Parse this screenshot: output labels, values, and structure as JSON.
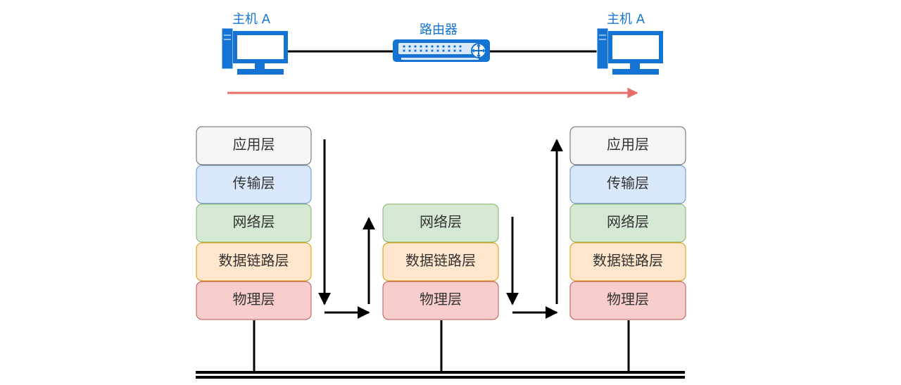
{
  "topology": {
    "host_left_label": "主机 A",
    "router_label": "路由器",
    "host_right_label": "主机 A"
  },
  "stacks": {
    "left": [
      "应用层",
      "传输层",
      "网络层",
      "数据链路层",
      "物理层"
    ],
    "middle": [
      "网络层",
      "数据链路层",
      "物理层"
    ],
    "right": [
      "应用层",
      "传输层",
      "网络层",
      "数据链路层",
      "物理层"
    ]
  },
  "colors": {
    "blue": "#1574d3",
    "arrow_red": "#e96e6a",
    "black": "#000000",
    "app_fill": "#f5f5f5",
    "app_stroke": "#666666",
    "transport_fill": "#dae8fc",
    "transport_stroke": "#6c8ebf",
    "network_fill": "#d5e8d4",
    "network_stroke": "#82b366",
    "datalink_fill": "#ffe6cc",
    "datalink_stroke": "#d79b00",
    "physical_fill": "#f8cecc",
    "physical_stroke": "#b85450"
  }
}
